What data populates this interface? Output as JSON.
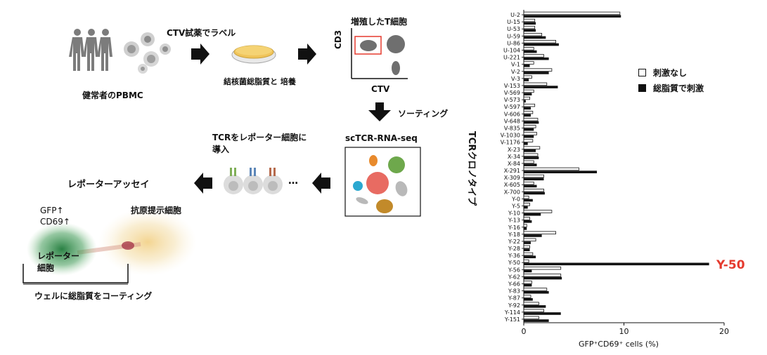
{
  "workflow": {
    "step1_label": "健常者のPBMC",
    "step2_top": "CTV試薬でラベル",
    "step2_bottom": "結核菌総脂質と 培養",
    "step3_title": "増殖したT細胞",
    "step3_yaxis": "CD3",
    "step3_xaxis": "CTV",
    "sorting": "ソーティング",
    "seq_label": "scTCR-RNA-seq",
    "reporter_intro": "TCRをレポーター細胞に\n導入",
    "ellipsis": "…",
    "assay_title": "レポーターアッセイ",
    "gfp": "GFP↑",
    "cd69": "CD69↑",
    "apc": "抗原提示細胞",
    "reporter_cell": "レポーター\n細胞",
    "well": "ウェルに総脂質をコーティング"
  },
  "colors": {
    "accent_red": "#e53a2e",
    "selection_box": "#e53a2e"
  },
  "chart_data": {
    "type": "bar",
    "orientation": "horizontal",
    "categories": [
      "U-2",
      "U-15",
      "U-53",
      "U-59",
      "U-86",
      "U-104",
      "U-221",
      "V-1",
      "V-2",
      "V-3",
      "V-153",
      "V-569",
      "V-573",
      "V-597",
      "V-606",
      "V-648",
      "V-835",
      "V-1030",
      "V-1176",
      "X-23",
      "X-34",
      "X-84",
      "X-291",
      "X-309",
      "X-605",
      "X-700",
      "Y-0",
      "Y-5",
      "Y-10",
      "Y-13",
      "Y-16",
      "Y-18",
      "Y-22",
      "Y-28",
      "Y-36",
      "Y-50",
      "Y-56",
      "Y-62",
      "Y-66",
      "Y-83",
      "Y-87",
      "Y-92",
      "Y-114",
      "Y-151"
    ],
    "series": [
      {
        "name": "刺激なし",
        "fill": "open",
        "values": [
          9.6,
          1.1,
          1.1,
          1.8,
          3.2,
          1.0,
          2.0,
          1.0,
          2.8,
          0.8,
          2.3,
          1.0,
          0.6,
          1.1,
          0.9,
          1.4,
          1.2,
          1.3,
          0.9,
          1.6,
          1.4,
          1.0,
          5.5,
          2.0,
          1.0,
          2.0,
          0.5,
          0.6,
          2.8,
          0.6,
          0.3,
          3.2,
          1.2,
          0.6,
          0.9,
          0.5,
          3.7,
          3.7,
          0.8,
          2.3,
          0.7,
          1.5,
          2.0,
          1.5
        ]
      },
      {
        "name": "総脂質で刺激",
        "fill": "solid",
        "values": [
          9.7,
          1.2,
          1.2,
          2.2,
          3.5,
          1.3,
          2.5,
          0.6,
          2.5,
          0.5,
          3.4,
          0.8,
          0.2,
          0.7,
          0.7,
          1.5,
          1.0,
          1.0,
          0.4,
          1.2,
          1.5,
          1.3,
          7.3,
          2.0,
          1.3,
          2.1,
          0.9,
          0.4,
          1.7,
          0.8,
          0.3,
          1.8,
          0.7,
          0.6,
          1.2,
          18.5,
          0.8,
          3.8,
          0.8,
          2.5,
          0.9,
          2.2,
          3.7,
          2.5
        ]
      }
    ],
    "xlim": [
      0,
      20
    ],
    "xticks": [
      "0",
      "10",
      "20"
    ],
    "xlabel": "GFP⁺CD69⁺ cells (%)",
    "ylabel": "TCRクロノタイプ",
    "highlight": "Y-50",
    "legend_position": "right"
  }
}
